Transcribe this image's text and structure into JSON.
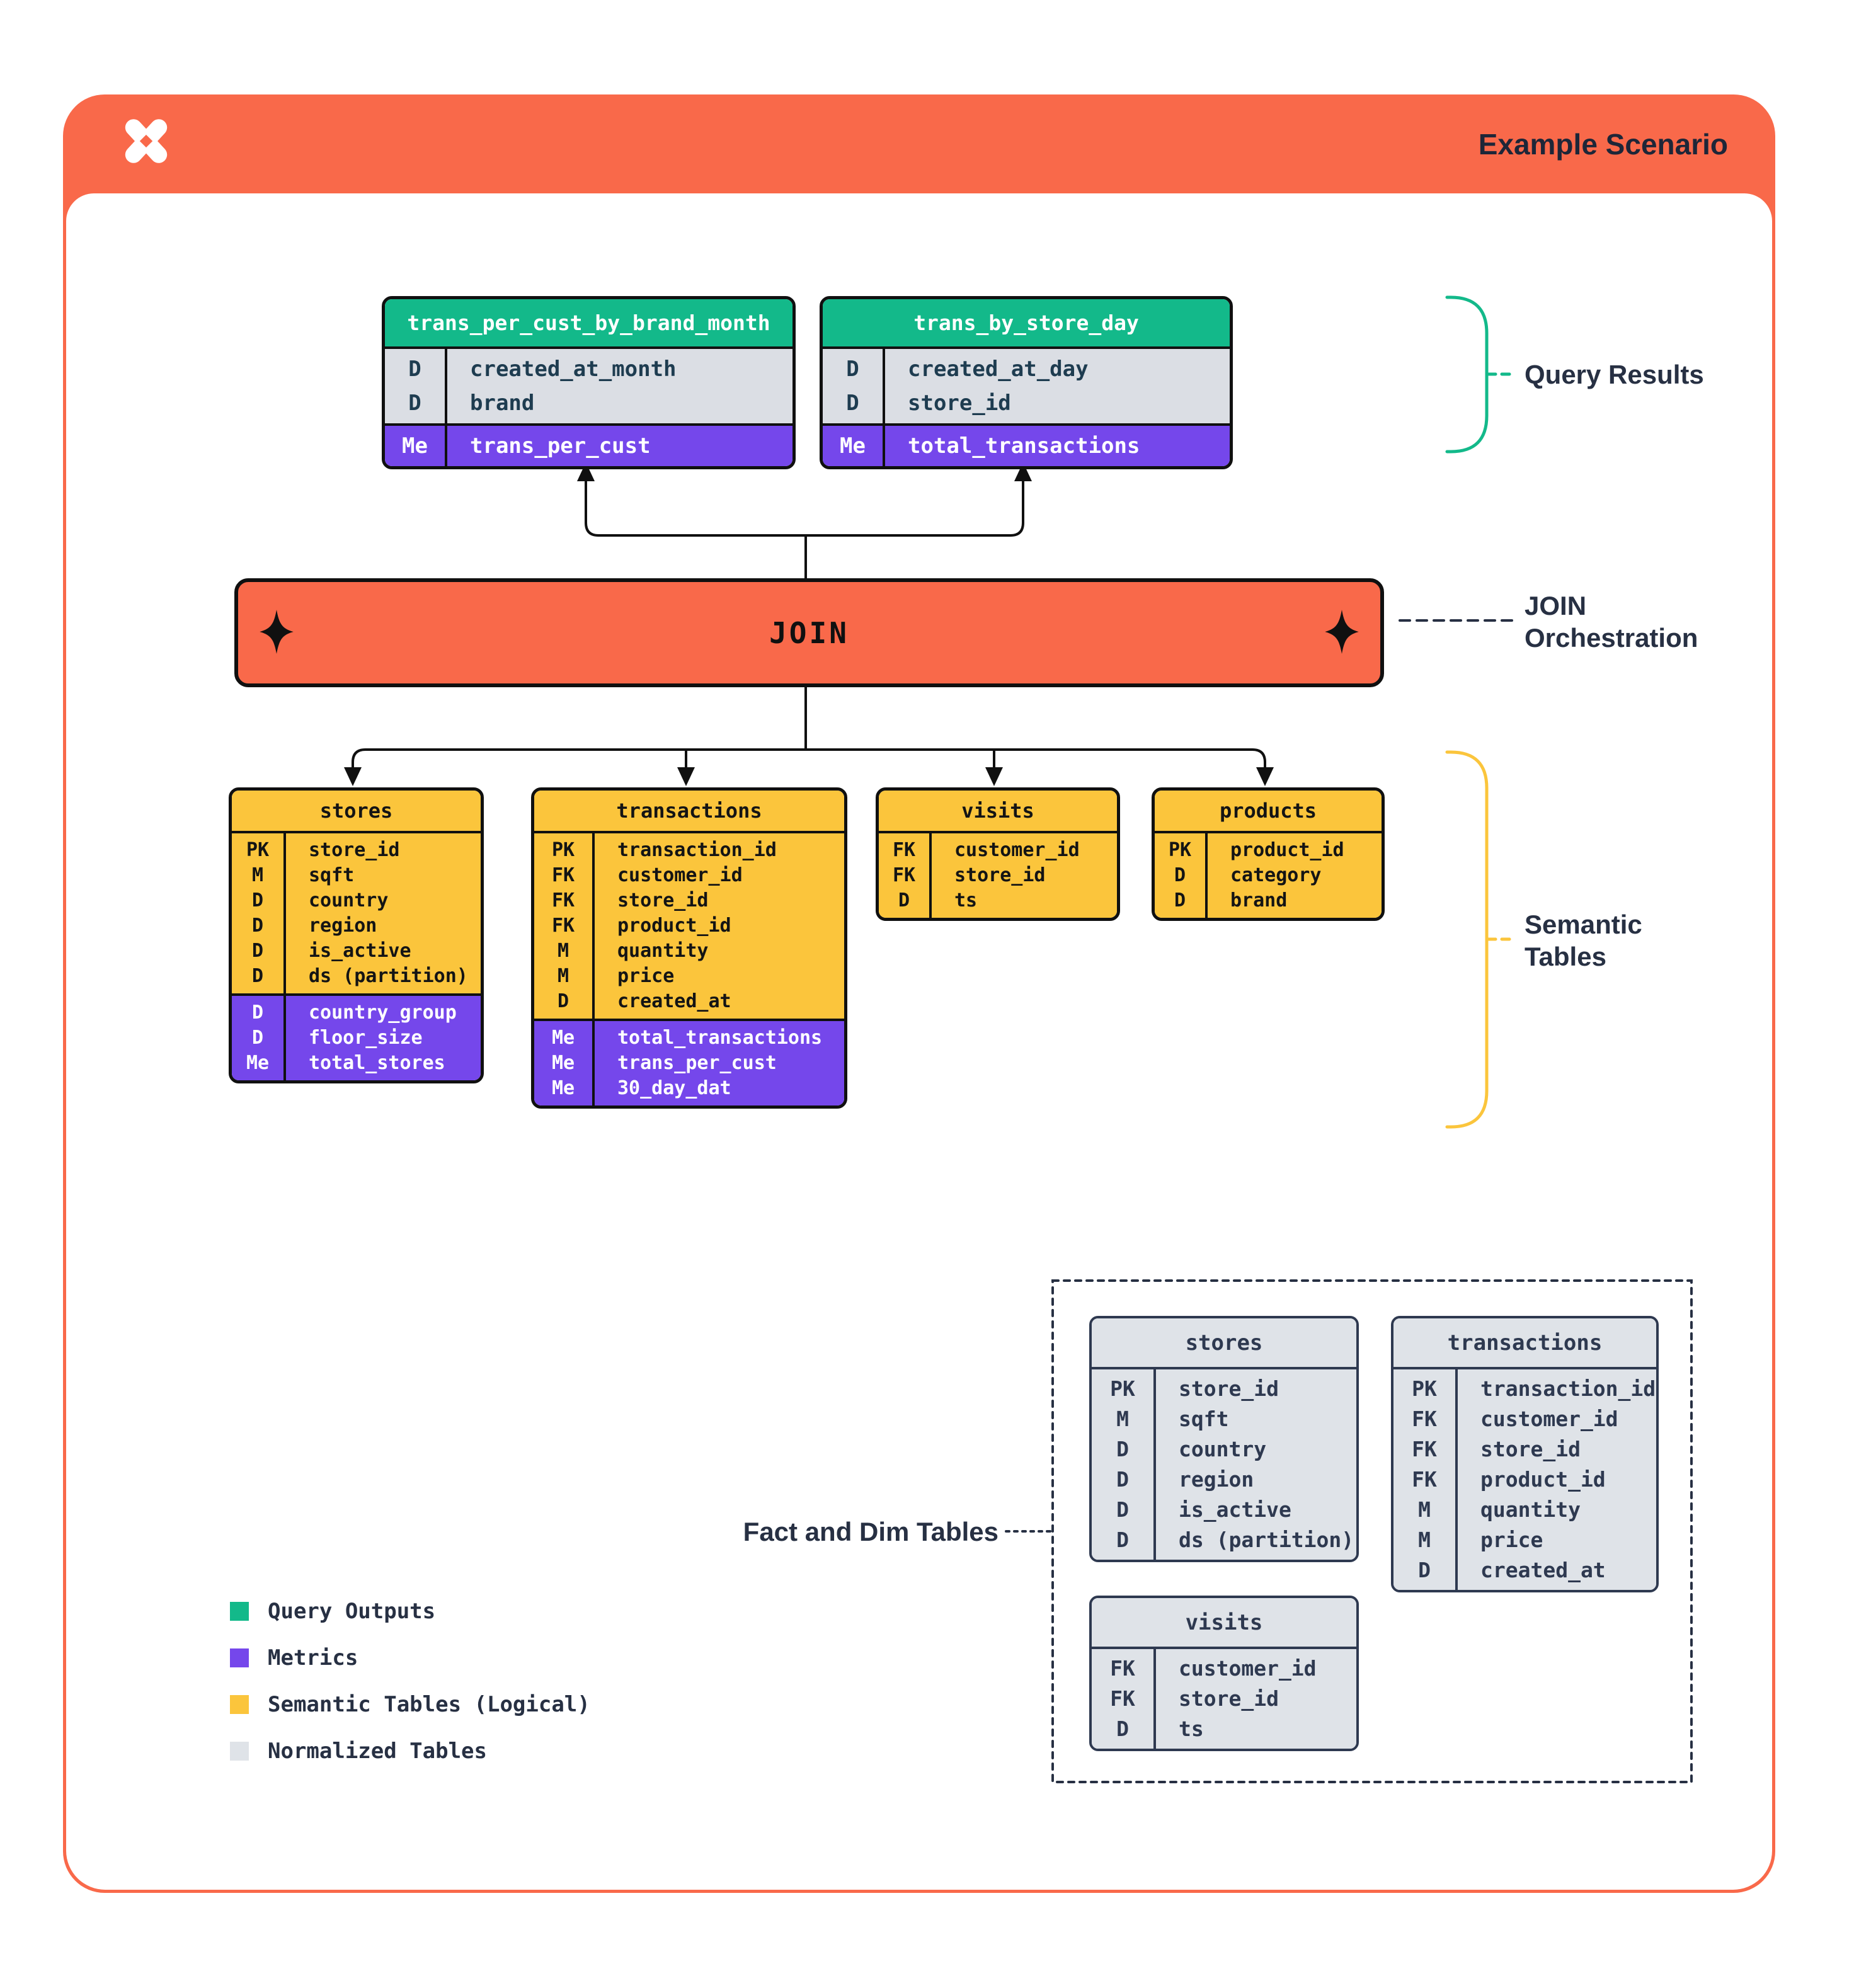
{
  "header": {
    "title": "Example Scenario"
  },
  "join": {
    "label": "JOIN"
  },
  "annotations": {
    "query_results": "Query Results",
    "join_orchestration": "JOIN\nOrchestration",
    "semantic_tables": "Semantic\nTables",
    "fact_dim": "Fact and Dim Tables"
  },
  "query_results": {
    "tables": [
      {
        "name": "trans_per_cust_by_brand_month",
        "sections": [
          {
            "kind": "fields",
            "rows": [
              {
                "key": "D",
                "name": "created_at_month"
              },
              {
                "key": "D",
                "name": "brand"
              }
            ]
          },
          {
            "kind": "metrics",
            "rows": [
              {
                "key": "Me",
                "name": "trans_per_cust"
              }
            ]
          }
        ]
      },
      {
        "name": "trans_by_store_day",
        "sections": [
          {
            "kind": "fields",
            "rows": [
              {
                "key": "D",
                "name": "created_at_day"
              },
              {
                "key": "D",
                "name": "store_id"
              }
            ]
          },
          {
            "kind": "metrics",
            "rows": [
              {
                "key": "Me",
                "name": "total_transactions"
              }
            ]
          }
        ]
      }
    ]
  },
  "semantic_tables": {
    "tables": [
      {
        "name": "stores",
        "sections": [
          {
            "kind": "fields",
            "rows": [
              {
                "key": "PK",
                "name": "store_id"
              },
              {
                "key": "M",
                "name": "sqft"
              },
              {
                "key": "D",
                "name": "country"
              },
              {
                "key": "D",
                "name": "region"
              },
              {
                "key": "D",
                "name": "is_active"
              },
              {
                "key": "D",
                "name": "ds (partition)"
              }
            ]
          },
          {
            "kind": "metrics",
            "rows": [
              {
                "key": "D",
                "name": "country_group"
              },
              {
                "key": "D",
                "name": "floor_size"
              },
              {
                "key": "Me",
                "name": "total_stores"
              }
            ]
          }
        ]
      },
      {
        "name": "transactions",
        "sections": [
          {
            "kind": "fields",
            "rows": [
              {
                "key": "PK",
                "name": "transaction_id"
              },
              {
                "key": "FK",
                "name": "customer_id"
              },
              {
                "key": "FK",
                "name": "store_id"
              },
              {
                "key": "FK",
                "name": "product_id"
              },
              {
                "key": "M",
                "name": "quantity"
              },
              {
                "key": "M",
                "name": "price"
              },
              {
                "key": "D",
                "name": "created_at"
              }
            ]
          },
          {
            "kind": "metrics",
            "rows": [
              {
                "key": "Me",
                "name": "total_transactions"
              },
              {
                "key": "Me",
                "name": "trans_per_cust"
              },
              {
                "key": "Me",
                "name": "30_day_dat"
              }
            ]
          }
        ]
      },
      {
        "name": "visits",
        "sections": [
          {
            "kind": "fields",
            "rows": [
              {
                "key": "FK",
                "name": "customer_id"
              },
              {
                "key": "FK",
                "name": "store_id"
              },
              {
                "key": "D",
                "name": "ts"
              }
            ]
          }
        ]
      },
      {
        "name": "products",
        "sections": [
          {
            "kind": "fields",
            "rows": [
              {
                "key": "PK",
                "name": "product_id"
              },
              {
                "key": "D",
                "name": "category"
              },
              {
                "key": "D",
                "name": "brand"
              }
            ]
          }
        ]
      }
    ]
  },
  "fact_dim_tables": {
    "tables": [
      {
        "name": "stores",
        "sections": [
          {
            "kind": "fields",
            "rows": [
              {
                "key": "PK",
                "name": "store_id"
              },
              {
                "key": "M",
                "name": "sqft"
              },
              {
                "key": "D",
                "name": "country"
              },
              {
                "key": "D",
                "name": "region"
              },
              {
                "key": "D",
                "name": "is_active"
              },
              {
                "key": "D",
                "name": "ds (partition)"
              }
            ]
          }
        ]
      },
      {
        "name": "transactions",
        "sections": [
          {
            "kind": "fields",
            "rows": [
              {
                "key": "PK",
                "name": "transaction_id"
              },
              {
                "key": "FK",
                "name": "customer_id"
              },
              {
                "key": "FK",
                "name": "store_id"
              },
              {
                "key": "FK",
                "name": "product_id"
              },
              {
                "key": "M",
                "name": "quantity"
              },
              {
                "key": "M",
                "name": "price"
              },
              {
                "key": "D",
                "name": "created_at"
              }
            ]
          }
        ]
      },
      {
        "name": "visits",
        "sections": [
          {
            "kind": "fields",
            "rows": [
              {
                "key": "FK",
                "name": "customer_id"
              },
              {
                "key": "FK",
                "name": "store_id"
              },
              {
                "key": "D",
                "name": "ts"
              }
            ]
          }
        ]
      }
    ]
  },
  "legend": {
    "items": [
      {
        "color": "#13B98A",
        "label": "Query Outputs"
      },
      {
        "color": "#7547EB",
        "label": "Metrics"
      },
      {
        "color": "#FBC53C",
        "label": "Semantic Tables (Logical)"
      },
      {
        "color": "#DFE3E8",
        "label": "Normalized Tables"
      }
    ]
  },
  "colors": {
    "orange": "#F9694A",
    "green": "#13B98A",
    "purple": "#7547EB",
    "yellow": "#FBC53C",
    "table_gray": "#DFE3E8",
    "navy": "#273043"
  }
}
